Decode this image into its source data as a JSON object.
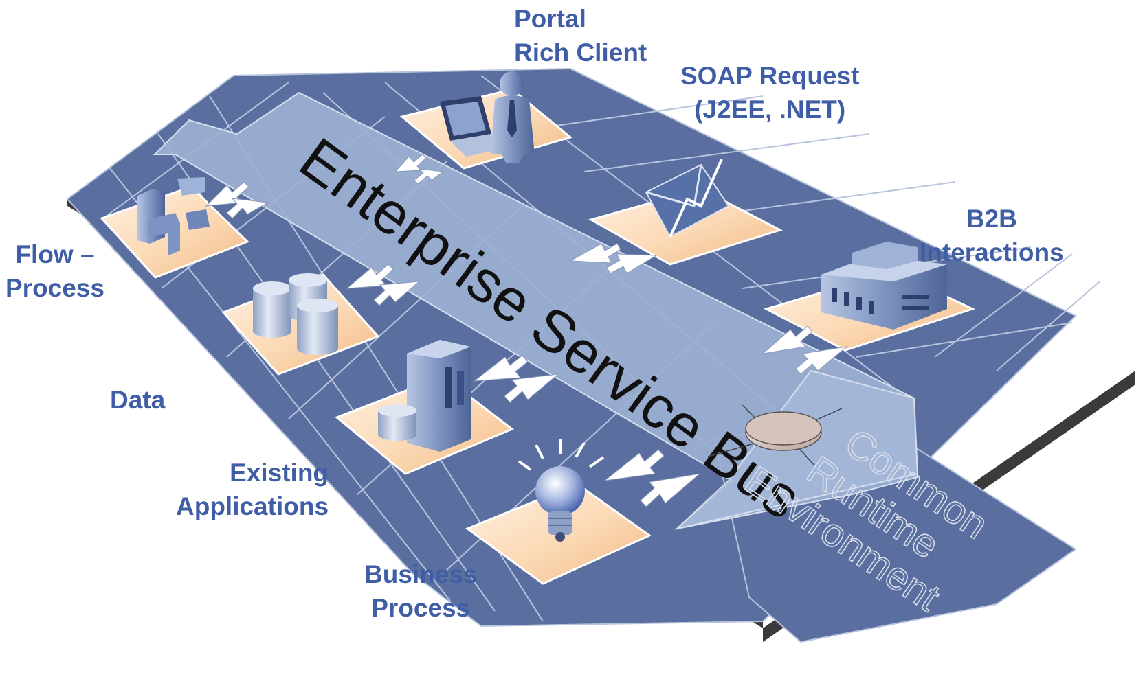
{
  "bus": {
    "title": "Enterprise Service Bus"
  },
  "runtime": {
    "line1": "Common",
    "line2": "Runtime",
    "line3": "Environment"
  },
  "labels": {
    "portal": {
      "line1": "Portal",
      "line2": "Rich Client"
    },
    "soap": {
      "line1": "SOAP Request",
      "line2": "(J2EE, .NET)"
    },
    "b2b": {
      "line1": "B2B",
      "line2": "Interactions"
    },
    "flow": {
      "line1": "Flow –",
      "line2": "Process"
    },
    "data": {
      "line1": "Data"
    },
    "existing": {
      "line1": "Existing",
      "line2": "Applications"
    },
    "business": {
      "line1": "Business",
      "line2": "Process"
    }
  },
  "icons": [
    "flow-process-icon",
    "database-icon",
    "server-icon",
    "lightbulb-icon",
    "laptop-user-icon",
    "envelope-icon",
    "building-icon",
    "hub-icon"
  ],
  "colors": {
    "platform": "#5A6F9F",
    "grid_line": "#B8C4DD",
    "pad": "#F8CDA0",
    "bus": "#9DB1D4",
    "label": "#3F5EA6"
  }
}
